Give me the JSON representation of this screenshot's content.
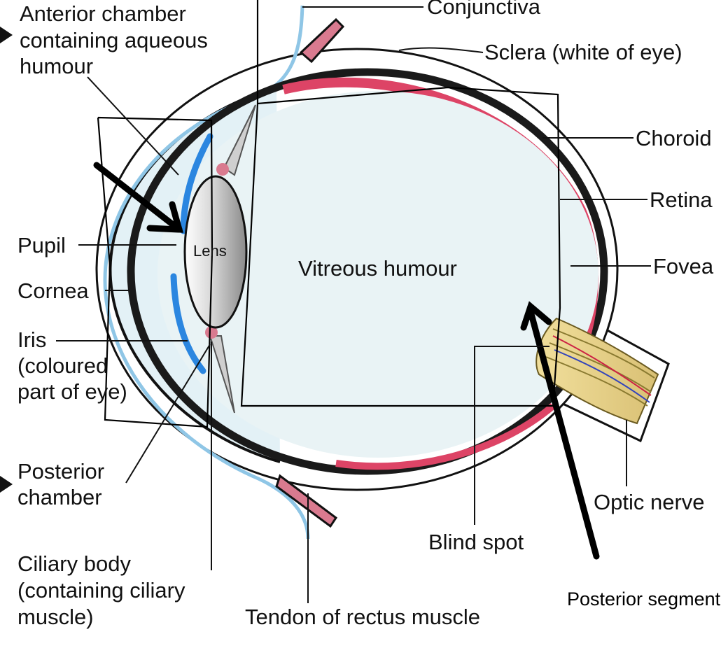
{
  "labels": {
    "anterior_chamber": [
      "Anterior chamber",
      "containing aqueous",
      "humour"
    ],
    "conjunctiva": "Conjunctiva",
    "sclera": "Sclera (white of eye)",
    "choroid": "Choroid",
    "retina": "Retina",
    "fovea": "Fovea",
    "pupil": "Pupil",
    "lens": "Lens",
    "vitreous": "Vitreous humour",
    "cornea": "Cornea",
    "iris": [
      "Iris",
      "(coloured",
      "part of eye)"
    ],
    "posterior_chamber": [
      "Posterior",
      "chamber"
    ],
    "ciliary_body": [
      "Ciliary body",
      "(containing ciliary",
      "muscle)"
    ],
    "tendon": "Tendon of rectus muscle",
    "blind_spot": "Blind spot",
    "optic_nerve": "Optic nerve",
    "posterior_segment": "Posterior segment"
  },
  "colors": {
    "sclera_fill": "#ffffff",
    "vitreous_fill": "#e9f3f5",
    "retina": "#dd4466",
    "choroid": "#1a1a1a",
    "cornea_blue": "#8fc6e6",
    "iris_blue": "#2b86e0",
    "muscle_pink": "#d97a8f",
    "nerve_yellow": "#ead58a"
  }
}
